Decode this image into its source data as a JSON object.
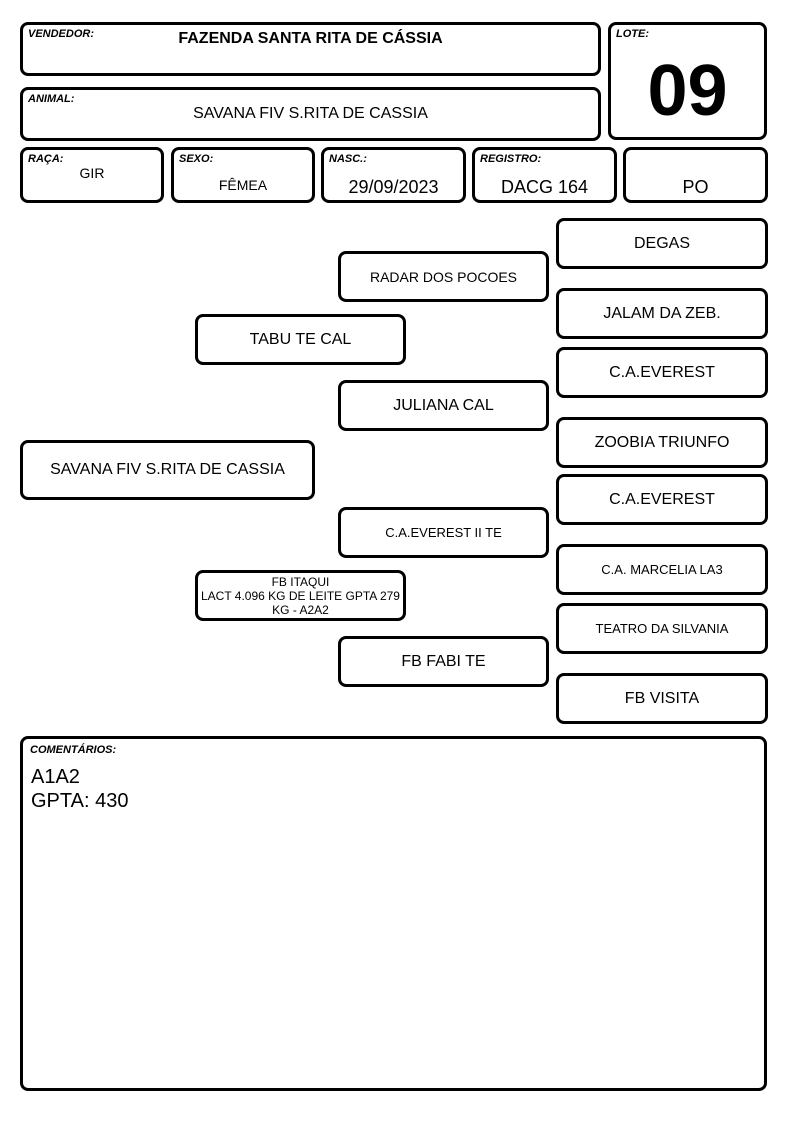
{
  "header": {
    "vendedor_label": "VENDEDOR:",
    "vendedor_value": "FAZENDA SANTA RITA DE CÁSSIA",
    "lote_label": "LOTE:",
    "lote_value": "09",
    "animal_label": "ANIMAL:",
    "animal_value": "SAVANA FIV S.RITA DE CASSIA",
    "raca_label": "RAÇA:",
    "raca_value": "GIR",
    "sexo_label": "SEXO:",
    "sexo_value": "FÊMEA",
    "nasc_label": "NASC.:",
    "nasc_value": "29/09/2023",
    "registro_label": "REGISTRO:",
    "registro_value": "DACG 164",
    "categoria_value": "PO"
  },
  "pedigree": {
    "animal": "SAVANA FIV S.RITA DE CASSIA",
    "sire": "TABU TE CAL",
    "dam": "FB ITAQUI\nLACT 4.096 KG DE LEITE  GPTA 279\nKG - A2A2",
    "sire_sire": "RADAR DOS POCOES",
    "sire_dam": "JULIANA CAL",
    "dam_sire": "C.A.EVEREST II TE",
    "dam_dam": "FB FABI TE",
    "ggp": [
      "DEGAS",
      "JALAM DA ZEB.",
      "C.A.EVEREST",
      "ZOOBIA TRIUNFO",
      "C.A.EVEREST",
      "C.A. MARCELIA LA3",
      "TEATRO DA SILVANIA",
      "FB VISITA"
    ]
  },
  "comments": {
    "label": "COMENTÁRIOS:",
    "line1": "A1A2",
    "line2": "GPTA: 430"
  }
}
